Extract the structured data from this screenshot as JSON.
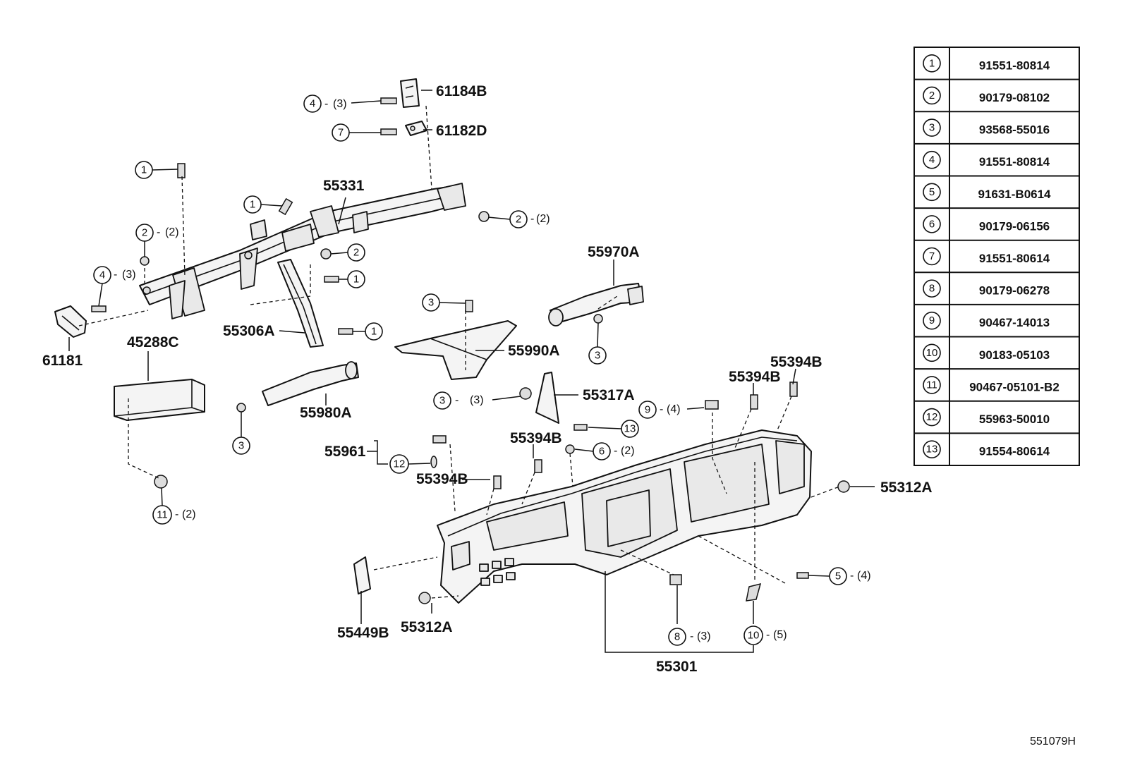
{
  "diagram_ref": "551079H",
  "part_labels": {
    "p61184B": "61184B",
    "p61182D": "61182D",
    "p55331": "55331",
    "p55970A": "55970A",
    "p55306A": "55306A",
    "p61181": "61181",
    "p45288C": "45288C",
    "p55990A": "55990A",
    "p55394B_a": "55394B",
    "p55394B_b": "55394B",
    "p55394B_c": "55394B",
    "p55394B_d": "55394B",
    "p55317A": "55317A",
    "p55980A": "55980A",
    "p55961": "55961",
    "p55312A_r": "55312A",
    "p55312A_b": "55312A",
    "p55449B": "55449B",
    "p55301": "55301"
  },
  "callouts": {
    "c4a": {
      "n": "4",
      "qty": "(3)"
    },
    "c7": {
      "n": "7",
      "qty": ""
    },
    "c1a": {
      "n": "1",
      "qty": ""
    },
    "c1b": {
      "n": "1",
      "qty": ""
    },
    "c2a": {
      "n": "2",
      "qty": "(2)"
    },
    "c2b": {
      "n": "2",
      "qty": "(2)"
    },
    "c2c": {
      "n": "2",
      "qty": ""
    },
    "c4b": {
      "n": "4",
      "qty": "(3)"
    },
    "c1c": {
      "n": "1",
      "qty": ""
    },
    "c1d": {
      "n": "1",
      "qty": ""
    },
    "c3a": {
      "n": "3",
      "qty": ""
    },
    "c3b": {
      "n": "3",
      "qty": ""
    },
    "c3c": {
      "n": "3",
      "qty": "(3)"
    },
    "c3d": {
      "n": "3",
      "qty": ""
    },
    "c9": {
      "n": "9",
      "qty": "(4)"
    },
    "c13": {
      "n": "13",
      "qty": ""
    },
    "c6": {
      "n": "6",
      "qty": "(2)"
    },
    "c12": {
      "n": "12",
      "qty": ""
    },
    "c11": {
      "n": "11",
      "qty": "(2)"
    },
    "c5": {
      "n": "5",
      "qty": "(4)"
    },
    "c8": {
      "n": "8",
      "qty": "(3)"
    },
    "c10": {
      "n": "10",
      "qty": "(5)"
    }
  },
  "parts_table": [
    {
      "n": "1",
      "code": "91551-80814"
    },
    {
      "n": "2",
      "code": "90179-08102"
    },
    {
      "n": "3",
      "code": "93568-55016"
    },
    {
      "n": "4",
      "code": "91551-80814"
    },
    {
      "n": "5",
      "code": "91631-B0614"
    },
    {
      "n": "6",
      "code": "90179-06156"
    },
    {
      "n": "7",
      "code": "91551-80614"
    },
    {
      "n": "8",
      "code": "90179-06278"
    },
    {
      "n": "9",
      "code": "90467-14013"
    },
    {
      "n": "10",
      "code": "90183-05103"
    },
    {
      "n": "11",
      "code": "90467-05101-B2"
    },
    {
      "n": "12",
      "code": "55963-50010"
    },
    {
      "n": "13",
      "code": "91554-80614"
    }
  ]
}
